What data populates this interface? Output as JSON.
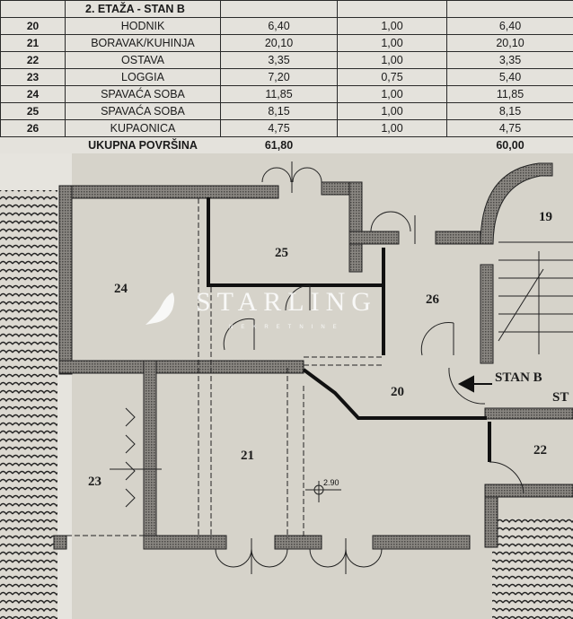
{
  "table": {
    "section_header": "2. ETAŽA - STAN  B",
    "rows": [
      {
        "no": "20",
        "name": "HODNIK",
        "area": "6,40",
        "coef": "1,00",
        "net": "6,40"
      },
      {
        "no": "21",
        "name": "BORAVAK/KUHINJA",
        "area": "20,10",
        "coef": "1,00",
        "net": "20,10"
      },
      {
        "no": "22",
        "name": "OSTAVA",
        "area": "3,35",
        "coef": "1,00",
        "net": "3,35"
      },
      {
        "no": "23",
        "name": "LOGGIA",
        "area": "7,20",
        "coef": "0,75",
        "net": "5,40"
      },
      {
        "no": "24",
        "name": "SPAVAĆA SOBA",
        "area": "11,85",
        "coef": "1,00",
        "net": "11,85"
      },
      {
        "no": "25",
        "name": "SPAVAĆA SOBA",
        "area": "8,15",
        "coef": "1,00",
        "net": "8,15"
      },
      {
        "no": "26",
        "name": "KUPAONICA",
        "area": "4,75",
        "coef": "1,00",
        "net": "4,75"
      }
    ],
    "total": {
      "label": "UKUPNA POVRŠINA",
      "area": "61,80",
      "net": "60,00"
    }
  },
  "plan": {
    "rooms": {
      "r19": "19",
      "r20": "20",
      "r21": "21",
      "r22": "22",
      "r23": "23",
      "r24": "24",
      "r25": "25",
      "r26": "26"
    },
    "entrance_label": "STAN B",
    "entrance_label_cut": "ST",
    "level_mark": "2.90",
    "watermark": {
      "brand": "STARLING",
      "sub": "NEKRETNINE"
    }
  }
}
